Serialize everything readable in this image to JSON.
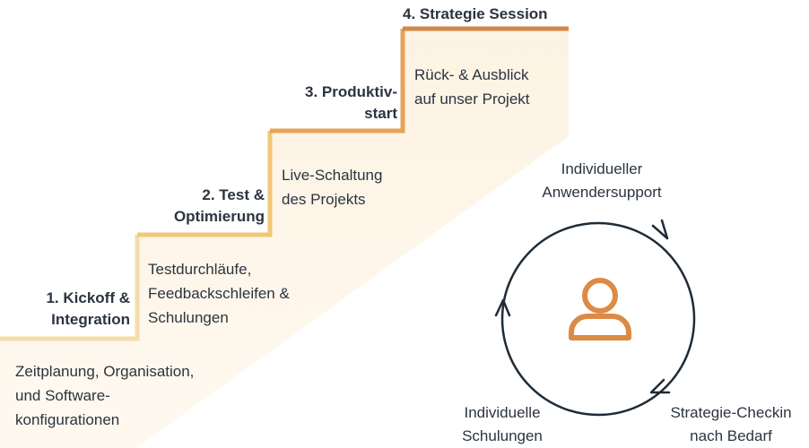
{
  "steps": [
    {
      "title": [
        "1. Kickoff &",
        "Integration"
      ],
      "text": [
        "Zeitplanung, Organisation,",
        "und Software-",
        "konfigurationen"
      ]
    },
    {
      "title": [
        "2. Test &",
        "Optimierung"
      ],
      "text": [
        "Testdurchläufe,",
        "Feedbackschleifen &",
        "Schulungen"
      ]
    },
    {
      "title": [
        "3. Produktiv-",
        "start"
      ],
      "text": [
        "Live-Schaltung",
        "des Projekts"
      ]
    },
    {
      "title": [
        "4. Strategie Session"
      ],
      "text": [
        "Rück- & Ausblick",
        "auf unser Projekt"
      ]
    }
  ],
  "cycle": {
    "top": [
      "Individueller",
      "Anwendersupport"
    ],
    "bottom_left": [
      "Individuelle",
      "Schulungen"
    ],
    "bottom_right": [
      "Strategie-Checkin",
      "nach Bedarf"
    ]
  },
  "colors": {
    "step1": "#f6dcaa",
    "step2": "#f0c46a",
    "step3": "#e7a35a",
    "step4": "#d4874a",
    "fill": "#fdf7ee",
    "person": "#dc8a45",
    "cycle": "#1f2b36"
  }
}
